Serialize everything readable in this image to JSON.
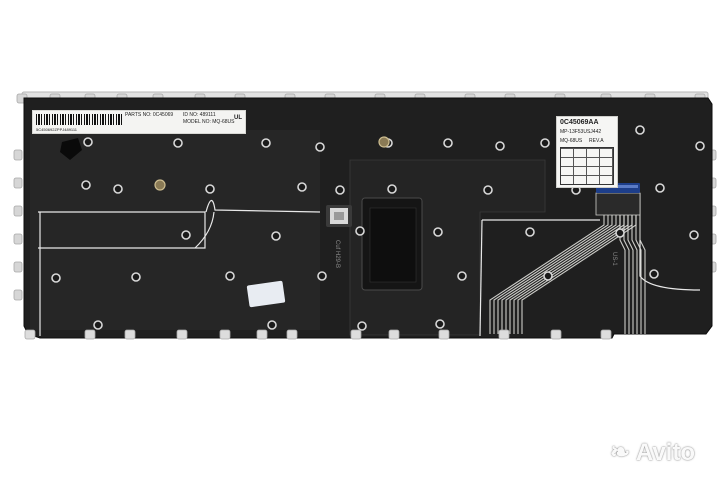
{
  "parts_label": {
    "parts_no": "PARTS NO: 0C45069",
    "id_no": "ID NO: 489111",
    "model_no": "MODEL NO: MQ-68US",
    "serial": "5C450692ZPPJ489111",
    "mark": "UL"
  },
  "spec_label": {
    "part_number": "0C45069AA",
    "mp_code": "MP-13F53USJ442",
    "model": "MQ-68US",
    "revision": "REV.A"
  },
  "handwritten_text": {
    "cuf": "Cuf H29-B",
    "us": "US-1"
  },
  "watermark": {
    "brand": "Avito"
  },
  "colors": {
    "background": "#ffffff",
    "backplate": "#1e1e1e",
    "frame": "#dcdcdc",
    "flex_cable": "#e0e0dc"
  }
}
